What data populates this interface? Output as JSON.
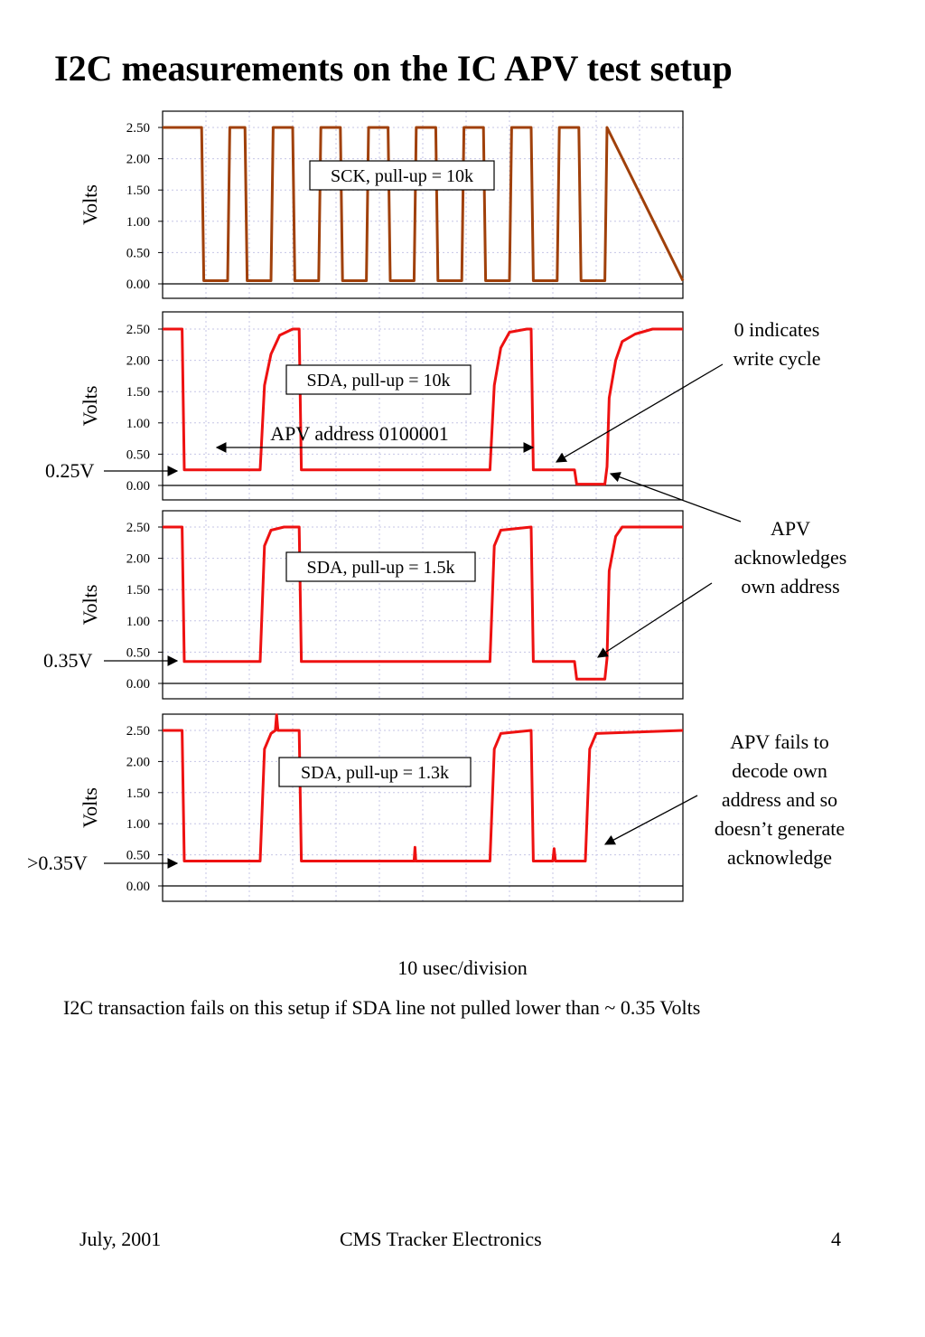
{
  "slide": {
    "title": "I2C measurements on the IC APV test setup",
    "summary": "I2C transaction fails on this setup if SDA line not pulled lower than ~ 0.35 Volts",
    "footer_left": "July, 2001",
    "footer_center": "CMS Tracker Electronics",
    "footer_right": "4"
  },
  "colors": {
    "sck": "#a0400a",
    "sda": "#ee1111",
    "grid": "#c6c6e6"
  },
  "chart_data": [
    {
      "type": "line",
      "ylabel": "Volts",
      "yticks": [
        "2.50",
        "2.00",
        "1.50",
        "1.00",
        "0.50",
        "0.00"
      ],
      "ylim": [
        0,
        2.5
      ],
      "xlim": [
        0,
        120
      ],
      "label": "SCK, pull-up = 10k",
      "color": "sck",
      "series": [
        {
          "x": [
            0,
            9,
            9.5,
            15,
            15.5,
            19,
            19.5,
            25,
            25.5,
            30,
            30.5,
            36,
            36.5,
            41,
            41.5,
            47,
            47.5,
            52,
            52.5,
            58,
            58.5,
            63,
            63.5,
            69,
            69.5,
            74,
            74.5,
            80,
            80.5,
            85,
            85.5,
            91,
            91.5,
            96,
            96.5,
            102,
            102.5,
            120
          ],
          "y": [
            2.5,
            2.5,
            0.05,
            0.05,
            2.5,
            2.5,
            0.05,
            0.05,
            2.5,
            2.5,
            0.05,
            0.05,
            2.5,
            2.5,
            0.05,
            0.05,
            2.5,
            2.5,
            0.05,
            0.05,
            2.5,
            2.5,
            0.05,
            0.05,
            2.5,
            2.5,
            0.05,
            0.05,
            2.5,
            2.5,
            0.05,
            0.05,
            2.5,
            2.5,
            0.05,
            0.05,
            2.5,
            0.05
          ]
        }
      ]
    },
    {
      "type": "line",
      "ylabel": "Volts",
      "yticks": [
        "2.50",
        "2.00",
        "1.50",
        "1.00",
        "0.50",
        "0.00"
      ],
      "ylim": [
        0,
        2.5
      ],
      "xlim": [
        0,
        120
      ],
      "label": "SDA, pull-up = 10k",
      "color": "sda",
      "series": [
        {
          "x": [
            0,
            4.5,
            5,
            22,
            22.5,
            23.5,
            25,
            27,
            30,
            31.5,
            32,
            75,
            75.5,
            76.5,
            78,
            80,
            84,
            85,
            85.5,
            95,
            95.5,
            102,
            102.5,
            103,
            104.5,
            106,
            109,
            113,
            120
          ],
          "y": [
            2.5,
            2.5,
            0.25,
            0.25,
            0.25,
            1.6,
            2.1,
            2.4,
            2.5,
            2.5,
            0.25,
            0.25,
            0.25,
            1.6,
            2.2,
            2.45,
            2.5,
            2.5,
            0.25,
            0.25,
            0.02,
            0.02,
            0.3,
            1.4,
            2.0,
            2.3,
            2.42,
            2.5,
            2.5
          ]
        }
      ],
      "annotations": {
        "range_label": "APV address 0100001",
        "level_label": "0.25V",
        "note_write": [
          "0 indicates",
          "write cycle"
        ],
        "note_ack": [
          "APV",
          "acknowledges",
          "own address"
        ]
      }
    },
    {
      "type": "line",
      "ylabel": "Volts",
      "yticks": [
        "2.50",
        "2.00",
        "1.50",
        "1.00",
        "0.50",
        "0.00"
      ],
      "ylim": [
        0,
        2.5
      ],
      "xlim": [
        0,
        120
      ],
      "label": "SDA, pull-up = 1.5k",
      "color": "sda",
      "series": [
        {
          "x": [
            0,
            4.5,
            5,
            22,
            22.5,
            23.5,
            25,
            28,
            31.5,
            32,
            75,
            75.5,
            76.5,
            78,
            85,
            85.5,
            95,
            95.5,
            102,
            102.5,
            103,
            104.5,
            106,
            108,
            120
          ],
          "y": [
            2.5,
            2.5,
            0.35,
            0.35,
            0.35,
            2.2,
            2.45,
            2.5,
            2.5,
            0.35,
            0.35,
            0.35,
            2.2,
            2.45,
            2.5,
            0.35,
            0.35,
            0.07,
            0.07,
            0.4,
            1.8,
            2.35,
            2.5,
            2.5,
            2.5
          ]
        }
      ],
      "annotations": {
        "level_label": "0.35V"
      }
    },
    {
      "type": "line",
      "ylabel": "Volts",
      "yticks": [
        "2.50",
        "2.00",
        "1.50",
        "1.00",
        "0.50",
        "0.00"
      ],
      "ylim": [
        0,
        2.5
      ],
      "xlim": [
        0,
        120
      ],
      "label": "SDA, pull-up = 1.3k",
      "color": "sda",
      "series": [
        {
          "x": [
            0,
            4.5,
            5,
            22,
            22.5,
            23.5,
            25,
            26,
            26.3,
            26.6,
            28,
            31.5,
            32,
            58,
            58.2,
            58.4,
            75,
            75.5,
            76.5,
            78,
            85,
            85.5,
            90,
            90.3,
            90.6,
            97,
            97.5,
            98.5,
            100,
            120
          ],
          "y": [
            2.5,
            2.5,
            0.4,
            0.4,
            0.4,
            2.2,
            2.45,
            2.5,
            2.75,
            2.5,
            2.5,
            2.5,
            0.4,
            0.4,
            0.62,
            0.4,
            0.4,
            0.4,
            2.2,
            2.45,
            2.5,
            0.4,
            0.4,
            0.6,
            0.4,
            0.4,
            0.4,
            2.2,
            2.45,
            2.5
          ]
        }
      ],
      "annotations": {
        "level_label": ">0.35V",
        "x_axis_label": "10 usec/division",
        "note_fail": [
          "APV  fails to",
          "decode own",
          "address and so",
          "doesn’t generate",
          "acknowledge"
        ]
      }
    }
  ]
}
